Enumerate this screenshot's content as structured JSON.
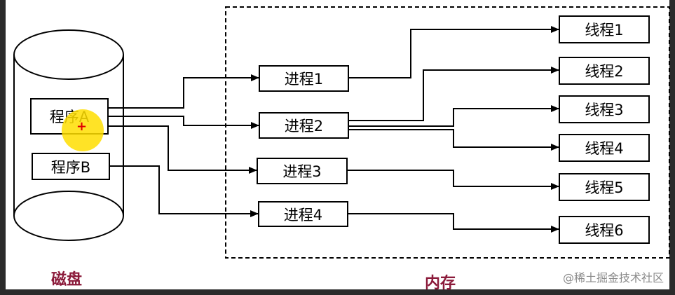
{
  "disk": {
    "caption": "磁盘",
    "programs": [
      {
        "id": "program-a",
        "label": "程序A"
      },
      {
        "id": "program-b",
        "label": "程序B"
      }
    ]
  },
  "memory": {
    "caption": "内存",
    "processes": [
      {
        "id": "process-1",
        "label": "进程1"
      },
      {
        "id": "process-2",
        "label": "进程2"
      },
      {
        "id": "process-3",
        "label": "进程3"
      },
      {
        "id": "process-4",
        "label": "进程4"
      }
    ],
    "threads": [
      {
        "id": "thread-1",
        "label": "线程1"
      },
      {
        "id": "thread-2",
        "label": "线程2"
      },
      {
        "id": "thread-3",
        "label": "线程3"
      },
      {
        "id": "thread-4",
        "label": "线程4"
      },
      {
        "id": "thread-5",
        "label": "线程5"
      },
      {
        "id": "thread-6",
        "label": "线程6"
      }
    ]
  },
  "edges": [
    {
      "from": "program-a",
      "to": "process-1"
    },
    {
      "from": "program-a",
      "to": "process-2"
    },
    {
      "from": "program-a",
      "to": "process-3"
    },
    {
      "from": "program-b",
      "to": "process-4"
    },
    {
      "from": "process-1",
      "to": "thread-1"
    },
    {
      "from": "process-2",
      "to": "thread-2"
    },
    {
      "from": "process-2",
      "to": "thread-3"
    },
    {
      "from": "process-2",
      "to": "thread-4"
    },
    {
      "from": "process-3",
      "to": "thread-5"
    },
    {
      "from": "process-4",
      "to": "thread-6"
    }
  ],
  "watermark": "@稀土掘金技术社区",
  "colors": {
    "caption": "#8b1a3a",
    "line": "#000000",
    "cursor_highlight": "#ffde00"
  }
}
